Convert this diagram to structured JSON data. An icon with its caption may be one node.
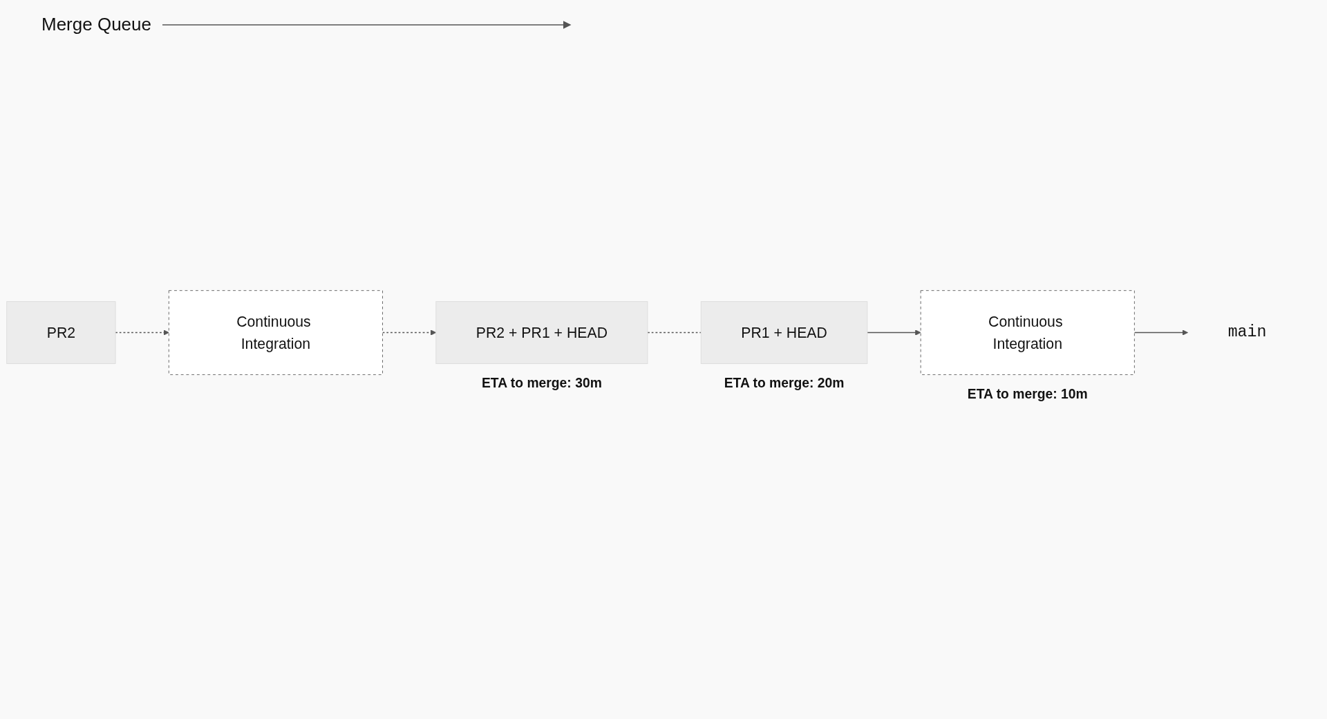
{
  "diagram": {
    "nodes": [
      {
        "text": [
          "PR2"
        ]
      },
      {
        "text": [
          "Continuous Integration"
        ]
      },
      {
        "text": [
          "PR2 + PR1 + HEAD"
        ],
        "beside": [
          "ETA to merge: 30m"
        ]
      },
      {
        "text": [
          "PR1 + HEAD"
        ],
        "beside": [
          "ETA to merge: 20m"
        ]
      },
      {
        "text": [
          "Continuous Integration"
        ],
        "beside": [
          "ETA to merge: 10m"
        ]
      },
      {
        "text": [
          "main"
        ]
      }
    ],
    "edges": [
      {
        "from": 0,
        "to": 1,
        "arrow": "to",
        "style": "dashed"
      },
      {
        "from": 1,
        "to": 2,
        "arrow": "to",
        "style": "dashed"
      },
      {
        "from": 2,
        "to": 3,
        "arrow": "none",
        "style": "dashed"
      },
      {
        "from": 3,
        "to": 4,
        "arrow": "to"
      },
      {
        "from": 4,
        "to": 5,
        "arrow": "to"
      }
    ],
    "labels": [
      "Merge Queue"
    ]
  }
}
